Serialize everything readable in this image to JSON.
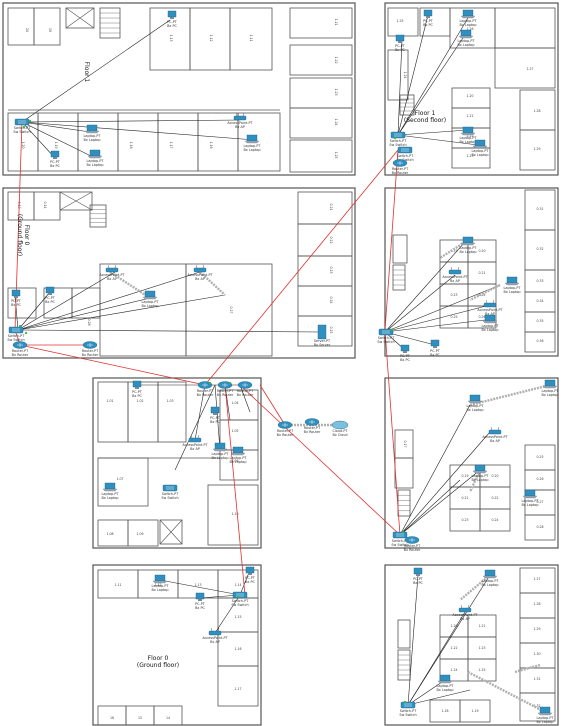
{
  "canvas": {
    "background": "#ffffff"
  },
  "colors": {
    "wall": "#555555",
    "link_black": "#222222",
    "link_red": "#e03030",
    "link_wireless": "#b0b0b0",
    "device": "#2f8fbf",
    "port": "#3cb043"
  },
  "floors": {
    "top_left": "Floor 1",
    "mid_left": "Floor 0\n(Ground floor)",
    "top_right": "Floor 1\n(Second floor)",
    "bottom_left": "Floor 0\n(Ground floor)"
  },
  "rooms": [
    "20",
    "19",
    "18",
    "17",
    "16",
    "15",
    "14",
    "13",
    "12",
    "11",
    "1.12",
    "1.13",
    "1.14",
    "1.15",
    "1.16",
    "1.17",
    "1.18",
    "1.19",
    "0.22",
    "0.23",
    "0.24",
    "0.25",
    "0.26",
    "0.27",
    "0.28",
    "0.29",
    "0.30",
    "0.31",
    "0.32",
    "0.33",
    "0.34",
    "0.35",
    "0.36",
    "0.37",
    "0.38",
    "1.20",
    "1.21",
    "1.22",
    "1.23",
    "1.24",
    "1.25",
    "1.26",
    "1.27",
    "1.28"
  ],
  "device_labels": {
    "switch": "Switch-PT\nSw Switch",
    "laptop": "Laptop-PT\nBx Laptop",
    "pc": "PC-PT\nBx PC",
    "ap": "AccessPoint-PT\nBx AP",
    "router": "Router-PT\nBx Router",
    "server": "Server-PT\nBx Server",
    "cloud": "Cloud-PT\nBx Cloud"
  }
}
